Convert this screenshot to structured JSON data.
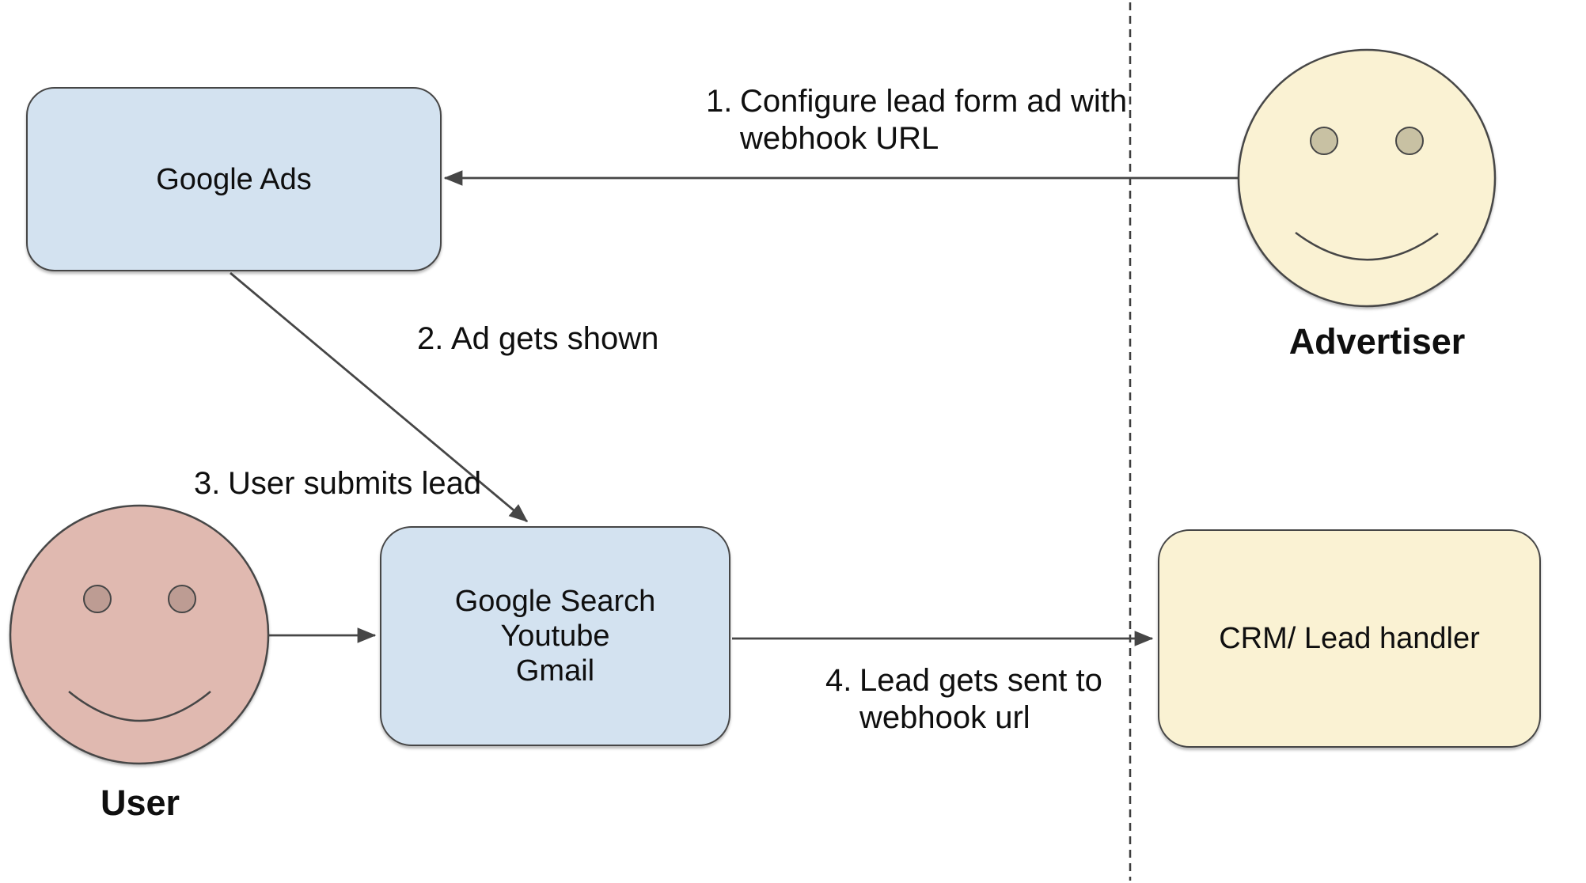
{
  "theme": {
    "background": "#ffffff",
    "node-blue": "#d3e2f0",
    "node-yellow": "#faf2d3",
    "face-pink": "#e0b9b0",
    "eye-pink": "#bd9c93",
    "eye-tan": "#c8c1a3",
    "stroke": "#464646",
    "text": "#0f0f0f"
  },
  "nodes": {
    "google_ads": {
      "label": "Google Ads"
    },
    "google_properties": {
      "lines": [
        "Google Search",
        "Youtube",
        "Gmail"
      ]
    },
    "crm": {
      "label": "CRM/ Lead handler"
    }
  },
  "actors": {
    "advertiser": {
      "label": "Advertiser"
    },
    "user": {
      "label": "User"
    }
  },
  "steps": {
    "step1": {
      "number": "1.",
      "lines": [
        "Configure lead form ad with",
        "webhook URL"
      ]
    },
    "step2": {
      "number": "2.",
      "lines": [
        "Ad gets shown"
      ]
    },
    "step3": {
      "number": "3.",
      "lines": [
        "User submits lead"
      ]
    },
    "step4": {
      "number": "4.",
      "lines": [
        "Lead gets sent to",
        "webhook url"
      ]
    }
  }
}
